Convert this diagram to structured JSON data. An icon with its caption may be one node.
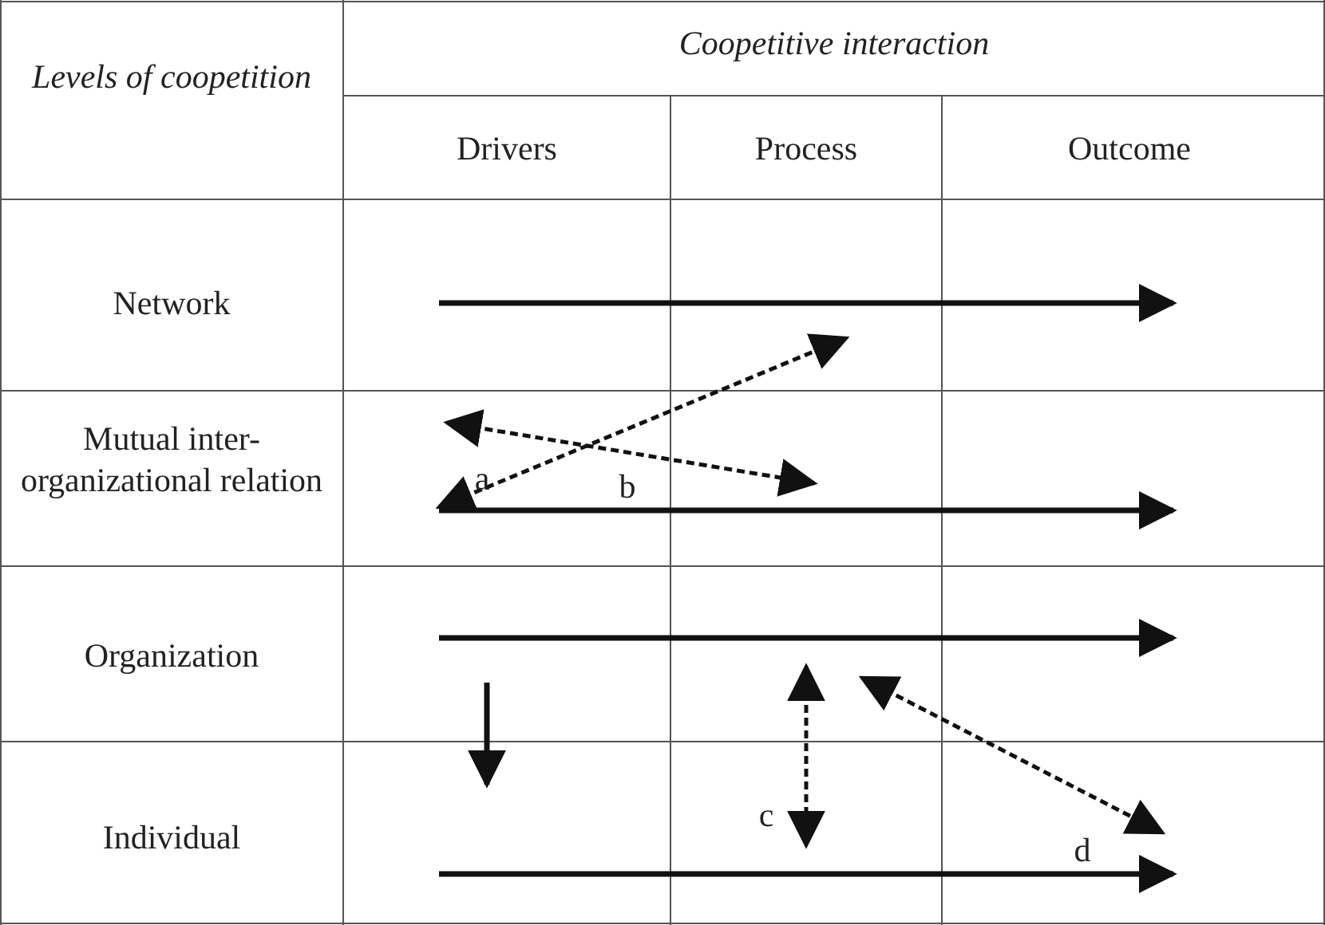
{
  "diagram": {
    "labels": [
      "Levels of coopetition",
      "Coopetitive interaction",
      "Drivers",
      "Process",
      "Outcome",
      "Network",
      "a",
      "Mutual inter-organizational relation",
      "b",
      "Organization",
      "Individual",
      "c",
      "d"
    ]
  }
}
